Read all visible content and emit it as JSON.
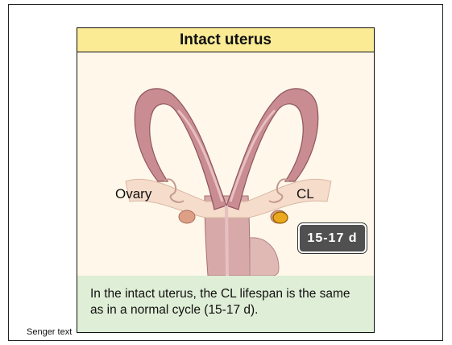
{
  "title": "Intact uterus",
  "labels": {
    "ovary": "Ovary",
    "cl": "CL"
  },
  "badge": "15-17 d",
  "caption": "In the intact uterus, the CL lifespan is the same as in a normal cycle (15-17 d).",
  "source": "Senger text",
  "colors": {
    "title_bg": "#fbeb95",
    "caption_bg": "#dfeed6",
    "uterus": "#c98c91",
    "corpus_luteum": "#e9a81d"
  }
}
